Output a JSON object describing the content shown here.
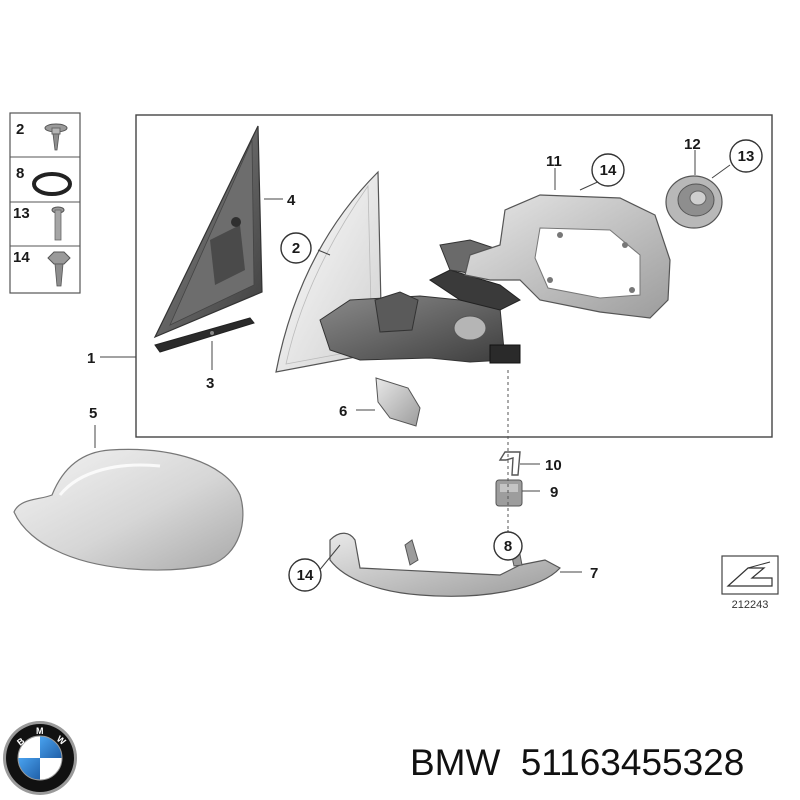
{
  "legend": [
    {
      "num": "2",
      "part": "screw"
    },
    {
      "num": "8",
      "part": "o-ring"
    },
    {
      "num": "13",
      "part": "bolt"
    },
    {
      "num": "14",
      "part": "screw"
    }
  ],
  "callouts": {
    "c1": "1",
    "c2": "2",
    "c3": "3",
    "c4": "4",
    "c5": "5",
    "c6": "6",
    "c7": "7",
    "c8": "8",
    "c9": "9",
    "c10": "10",
    "c11": "11",
    "c12": "12",
    "c13": "13",
    "c14a": "14",
    "c14b": "14"
  },
  "reference_number": "212243",
  "caption": {
    "brand": "BMW",
    "part_number": "51163455328"
  },
  "logo": {
    "letters": "BMW",
    "colors": {
      "ring": "#111111",
      "blue": "#2a78c8",
      "white": "#ffffff",
      "chrome": "#9a9a9a"
    }
  }
}
